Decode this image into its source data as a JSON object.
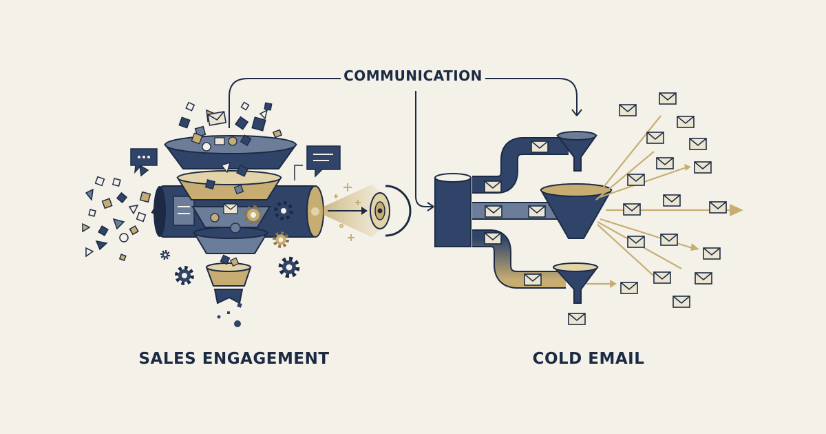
{
  "labels": {
    "communication": "COMMUNICATION",
    "sales_engagement": "SALES ENGAGEMENT",
    "cold_email": "COLD EMAIL"
  },
  "colors": {
    "background": "#f4f1e9",
    "navy": "#2f4468",
    "navy_dark": "#1c2a44",
    "slate": "#6c7d99",
    "gold": "#c7ad72",
    "gold_light": "#e3d3a8",
    "envelope": "#ece5d2"
  },
  "icons": [
    "funnel-icon",
    "gear-icon",
    "speech-bubble-icon",
    "envelope-icon",
    "target-icon",
    "sparkle-icon",
    "arrow-icon"
  ]
}
